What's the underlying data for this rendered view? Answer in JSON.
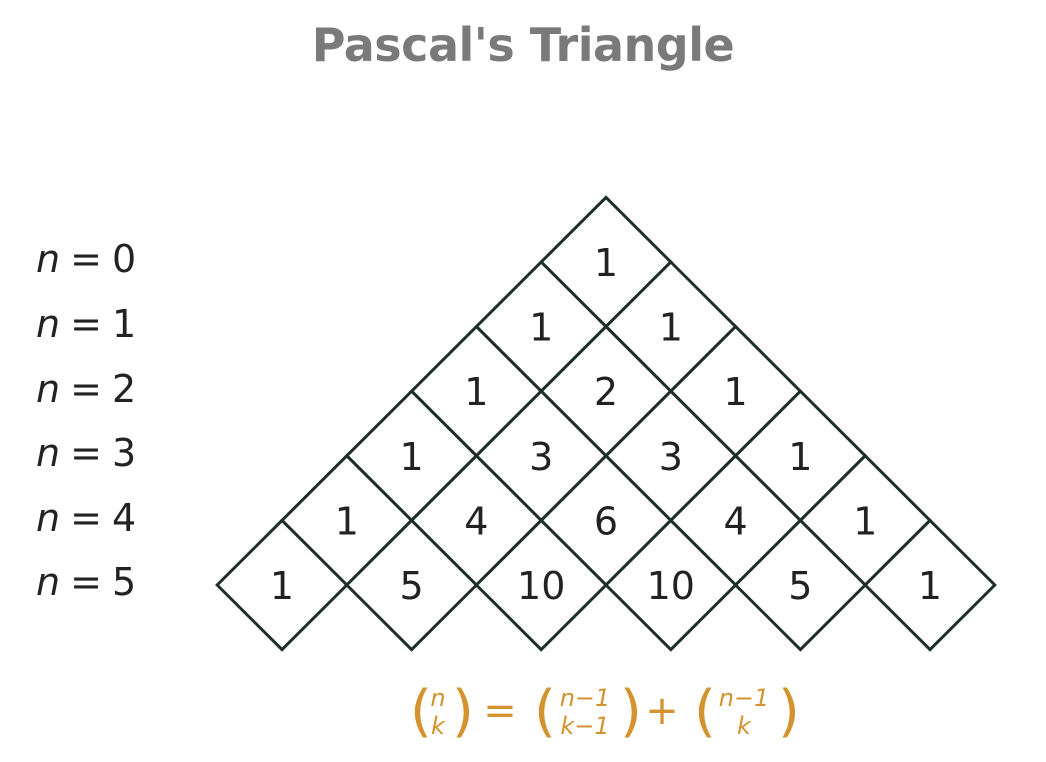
{
  "title": "Pascal's Triangle",
  "row_labels": [
    {
      "variable": "n",
      "equals": "=",
      "value": "0"
    },
    {
      "variable": "n",
      "equals": "=",
      "value": "1"
    },
    {
      "variable": "n",
      "equals": "=",
      "value": "2"
    },
    {
      "variable": "n",
      "equals": "=",
      "value": "3"
    },
    {
      "variable": "n",
      "equals": "=",
      "value": "4"
    },
    {
      "variable": "n",
      "equals": "=",
      "value": "5"
    }
  ],
  "rows": [
    [
      "1"
    ],
    [
      "1",
      "1"
    ],
    [
      "1",
      "2",
      "1"
    ],
    [
      "1",
      "3",
      "3",
      "1"
    ],
    [
      "1",
      "4",
      "6",
      "4",
      "1"
    ],
    [
      "1",
      "5",
      "10",
      "10",
      "5",
      "1"
    ]
  ],
  "formula": {
    "lhs_top": "n",
    "lhs_bottom": "k",
    "equals": "=",
    "term1_top": "n−1",
    "term1_bottom": "k−1",
    "plus": "+",
    "term2_top": "n−1",
    "term2_bottom": "k"
  },
  "colors": {
    "title": "#7a7a7a",
    "text": "#222222",
    "stroke": "#1f2e2b",
    "formula": "#d4932e"
  }
}
